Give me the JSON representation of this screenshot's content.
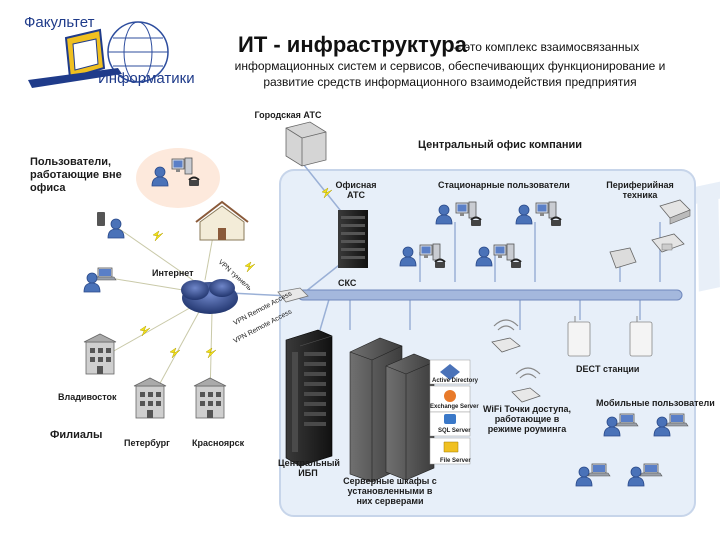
{
  "logo": {
    "line1": "Факультет",
    "line2": "Информатики"
  },
  "header": {
    "title": "ИТ - инфраструктура",
    "title_tail": "– это комплекс взаимосвязанных",
    "subtitle": "информационных систем и сервисов, обеспечивающих функционирование и развитие средств информационного взаимодействия предприятия"
  },
  "diagram": {
    "city_pbx": "Городская АТС",
    "office_title": "Центральный офис компании",
    "remote_users": "Пользователи, работающие вне офиса",
    "internet": "Интернет",
    "vpn_top": "VPN туннель",
    "vpn_mid": "VPN Remote Access",
    "vpn_low": "VPN Remote Access",
    "office_pbx": "Офисная АТС",
    "stationary_users": "Стационарные пользователи",
    "peripheral": "Периферийная техника",
    "scs": "СКС",
    "dect": "DECT станции",
    "wifi": "WiFi Точки доступа, работающие в режиме роуминга",
    "mobile_users": "Мобильные пользователи",
    "ups": "Центральный ИБП",
    "server_racks": "Серверные шкафы с установленными в них серверами",
    "srv_ad": "Active Directory",
    "srv_exchange": "Exchange Server",
    "srv_sql": "SQL Server",
    "srv_file": "File Server",
    "city_vladivostok": "Владивосток",
    "city_petersburg": "Петербург",
    "city_krasnoyarsk": "Красноярск",
    "branches": "Филиалы"
  },
  "colors": {
    "office_panel": "#e7eff9",
    "bus": "#a4b8dd",
    "lightning": "#f2e21c",
    "user_blue": "#4a72b8",
    "logo_blue": "#1f3b8a",
    "home_zone": "#fde9dc"
  }
}
